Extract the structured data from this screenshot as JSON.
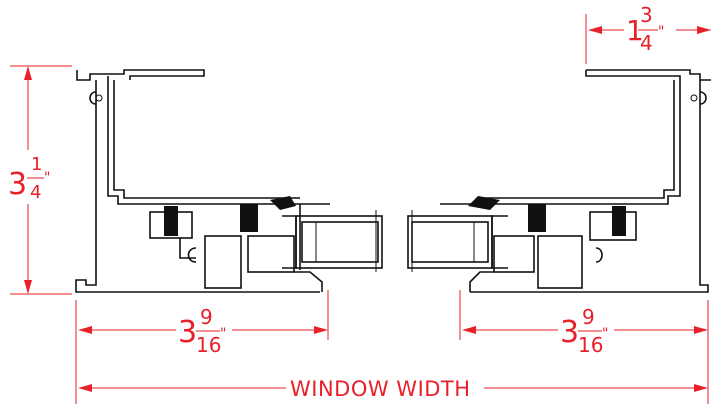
{
  "drawing": {
    "colors": {
      "dimension": "#e8202a",
      "profile": "#111111",
      "background": "#ffffff"
    },
    "dimensions": {
      "height": {
        "whole": "3",
        "num": "1",
        "den": "4",
        "unit": "\""
      },
      "top_right": {
        "whole": "1",
        "num": "3",
        "den": "4",
        "unit": "\""
      },
      "left_depth": {
        "whole": "3",
        "num": "9",
        "den": "16",
        "unit": "\""
      },
      "right_depth": {
        "whole": "3",
        "num": "9",
        "den": "16",
        "unit": "\""
      },
      "overall": "WINDOW WIDTH"
    }
  }
}
